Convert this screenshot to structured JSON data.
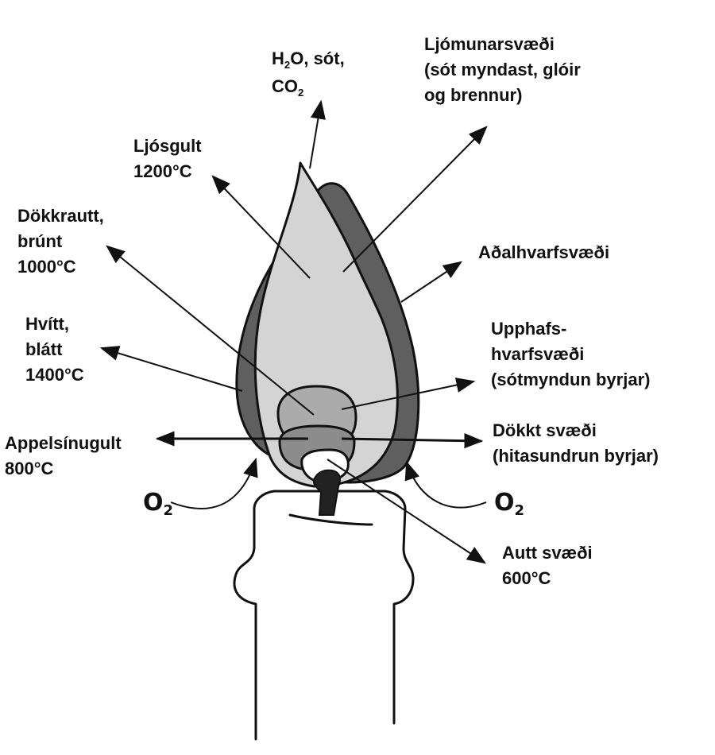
{
  "labels": {
    "products": {
      "part1": "H",
      "sub1": "2",
      "part2": "O, sót,",
      "part3": "CO",
      "sub2": "2"
    },
    "luminous_zone": {
      "lines": [
        "Ljómunarsvæði",
        "(sót myndast, glóir",
        "og brennur)"
      ]
    },
    "light_yellow": {
      "lines": [
        "Ljósgult",
        "1200°C"
      ]
    },
    "dark_red_brown": {
      "lines": [
        "Dökkrautt,",
        "brúnt",
        "1000°C"
      ]
    },
    "main_reaction_zone": {
      "lines": [
        "Aðalhvarfsvæði"
      ]
    },
    "white_blue": {
      "lines": [
        "Hvítt,",
        "blátt",
        "1400°C"
      ]
    },
    "initial_reaction_zone": {
      "lines": [
        "Upphafs-",
        "hvarfsvæði",
        "(sótmyndun byrjar)"
      ]
    },
    "orange": {
      "lines": [
        "Appelsínugult",
        "800°C"
      ]
    },
    "dark_zone": {
      "lines": [
        "Dökkt svæði",
        "(hitasundrun byrjar)"
      ]
    },
    "empty_zone": {
      "lines": [
        "Autt svæði",
        "600°C"
      ]
    },
    "oxygen_left": {
      "base": "O",
      "sub": "2"
    },
    "oxygen_right": {
      "base": "O",
      "sub": "2"
    }
  },
  "colors": {
    "outer_zone": "#5f5f5f",
    "luminous_zone": "#d4d4d4",
    "initial_zone": "#ababab",
    "dark_zone": "#8c8c8c",
    "empty_zone": "#ffffff",
    "wick": "#222222",
    "ink": "#111111"
  }
}
